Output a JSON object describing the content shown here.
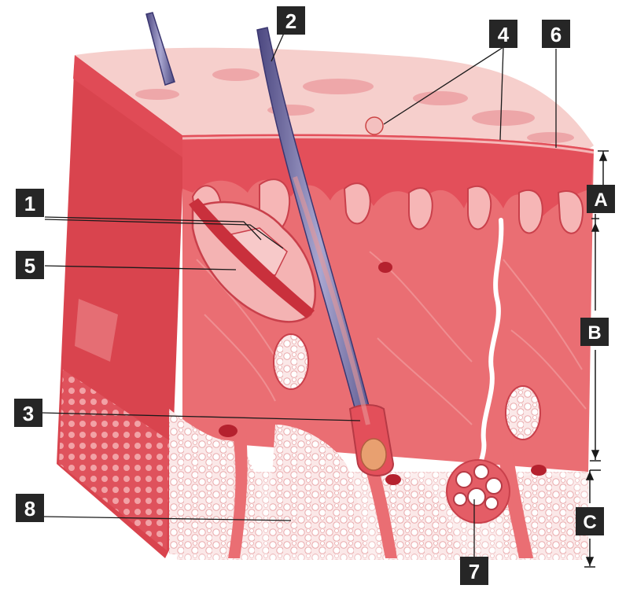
{
  "figure": {
    "callouts": [
      {
        "id": "c1",
        "label": "1"
      },
      {
        "id": "c2",
        "label": "2"
      },
      {
        "id": "c3",
        "label": "3"
      },
      {
        "id": "c4",
        "label": "4"
      },
      {
        "id": "c5",
        "label": "5"
      },
      {
        "id": "c6",
        "label": "6"
      },
      {
        "id": "c7",
        "label": "7"
      },
      {
        "id": "c8",
        "label": "8"
      }
    ],
    "layers": [
      {
        "id": "layer-a",
        "label": "A"
      },
      {
        "id": "layer-b",
        "label": "B"
      },
      {
        "id": "layer-c",
        "label": "C"
      }
    ],
    "colors": {
      "skin_surface": "#f6c9c6",
      "epidermis": "#e8535c",
      "dermis": "#ea6e73",
      "dermis_light": "#f2a3a2",
      "side_face": "#d9444e",
      "fat": "#ffffff",
      "hair": "#6e6a9a",
      "label_bg": "#262626",
      "label_text": "#ffffff",
      "leader": "#1a1a1a"
    }
  }
}
